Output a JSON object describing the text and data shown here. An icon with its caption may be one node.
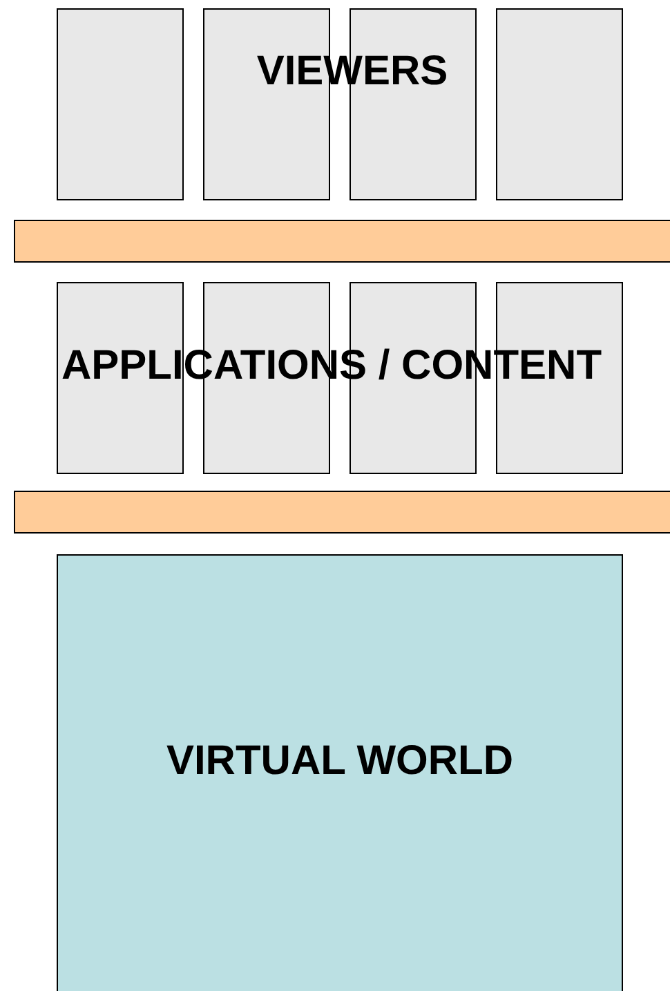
{
  "diagram": {
    "nodes": [
      {
        "text": [],
        "shape": "box"
      },
      {
        "text": [],
        "shape": "box"
      },
      {
        "text": [],
        "shape": "box"
      },
      {
        "text": [],
        "shape": "box"
      },
      {
        "text": [],
        "shape": "bar"
      },
      {
        "text": [],
        "shape": "box"
      },
      {
        "text": [],
        "shape": "box"
      },
      {
        "text": [],
        "shape": "box"
      },
      {
        "text": [],
        "shape": "box"
      },
      {
        "text": [],
        "shape": "bar"
      },
      {
        "text": [
          "VIRTUAL WORLD"
        ]
      }
    ],
    "labels": [
      "VIEWERS",
      "APPLICATIONS / CONTENT"
    ]
  }
}
